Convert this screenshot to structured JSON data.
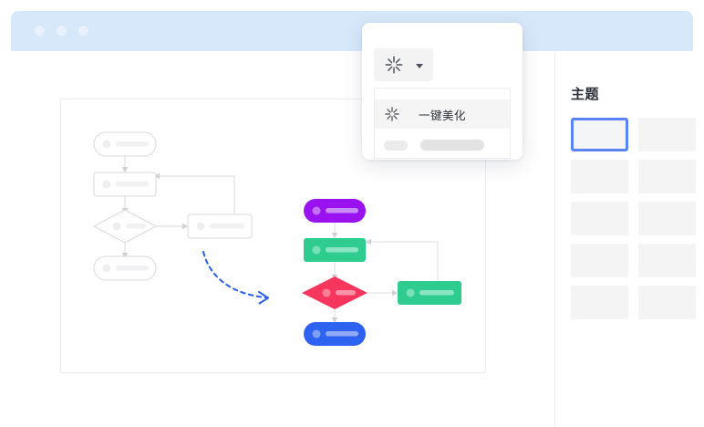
{
  "window": {
    "titlebar": {
      "name": "window-titlebar",
      "color": "#d8e8fb",
      "dots": [
        "dot-1",
        "dot-2",
        "dot-3"
      ]
    },
    "background": "#ffffff"
  },
  "toolbar": {
    "beautify_button": {
      "icon": "sparkle-icon",
      "dropdown_icon": "chevron-down-icon"
    }
  },
  "dropdown": {
    "items": [
      {
        "label": "一键美化",
        "icon": "sparkle-icon",
        "highlighted": true
      }
    ],
    "placeholder_row": {
      "small": "",
      "large": ""
    }
  },
  "panel": {
    "title": "主题",
    "themes": [
      {
        "id": "theme-1",
        "selected": true
      },
      {
        "id": "theme-2",
        "selected": false
      },
      {
        "id": "theme-3",
        "selected": false
      },
      {
        "id": "theme-4",
        "selected": false
      },
      {
        "id": "theme-5",
        "selected": false
      },
      {
        "id": "theme-6",
        "selected": false
      },
      {
        "id": "theme-7",
        "selected": false
      },
      {
        "id": "theme-8",
        "selected": false
      },
      {
        "id": "theme-9",
        "selected": false
      },
      {
        "id": "theme-10",
        "selected": false
      }
    ],
    "selected_color": "#5b82f6",
    "thumb_color": "#f4f4f5"
  },
  "canvas": {
    "border_color": "#ececef",
    "plain_flowchart": {
      "name": "plain-flowchart",
      "stroke": "#d8d8dc",
      "fill": "#ffffff",
      "nodes": [
        {
          "id": "start",
          "shape": "stadium"
        },
        {
          "id": "process-1",
          "shape": "rect"
        },
        {
          "id": "decision",
          "shape": "diamond"
        },
        {
          "id": "process-2",
          "shape": "rect"
        },
        {
          "id": "end",
          "shape": "stadium"
        }
      ]
    },
    "styled_flowchart": {
      "name": "styled-flowchart",
      "nodes": [
        {
          "id": "start",
          "shape": "stadium",
          "color": "#9b12f0"
        },
        {
          "id": "process-1",
          "shape": "rect",
          "color": "#2ecc8f"
        },
        {
          "id": "decision",
          "shape": "diamond",
          "color": "#f6365c"
        },
        {
          "id": "process-2",
          "shape": "rect",
          "color": "#2ecc8f"
        },
        {
          "id": "end",
          "shape": "stadium",
          "color": "#2d63f0"
        }
      ],
      "connector_color": "#dcdce0"
    },
    "transform_arrow": {
      "name": "dashed-transform-arrow",
      "color": "#2f63e8",
      "style": "dashed-curved"
    }
  }
}
